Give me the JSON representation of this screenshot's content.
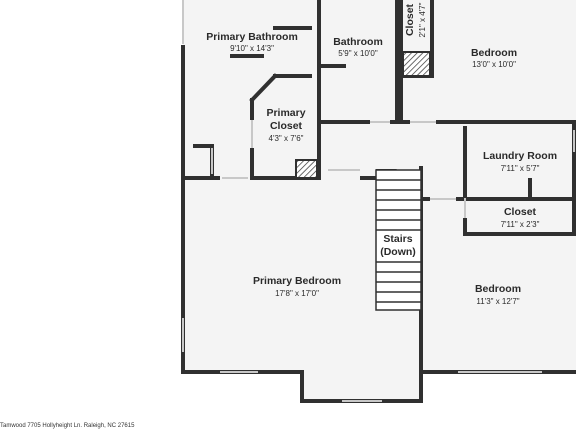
{
  "address": "Tamwood 7705 Hollyheight Ln. Raleigh, NC 27615",
  "rooms": {
    "primary_bathroom": {
      "name": "Primary Bathroom",
      "dim": "9'10\" x 14'3\""
    },
    "bathroom": {
      "name": "Bathroom",
      "dim": "5'9\" x 10'0\""
    },
    "closet_top": {
      "name": "Closet",
      "dim": "2'1\" x 4'7\""
    },
    "bedroom_top": {
      "name": "Bedroom",
      "dim": "13'0\" x 10'0\""
    },
    "primary_closet": {
      "name1": "Primary",
      "name2": "Closet",
      "dim": "4'3\" x 7'6\""
    },
    "laundry": {
      "name": "Laundry Room",
      "dim": "7'11\" x 5'7\""
    },
    "closet_mid": {
      "name": "Closet",
      "dim": "7'11\" x 2'3\""
    },
    "stairs": {
      "name1": "Stairs",
      "name2": "(Down)"
    },
    "primary_bedroom": {
      "name": "Primary Bedroom",
      "dim": "17'8\" x 17'0\""
    },
    "bedroom_bottom": {
      "name": "Bedroom",
      "dim": "11'3\" x 12'7\""
    }
  },
  "colors": {
    "wall": "#303030",
    "floor": "#f4f4f4",
    "text": "#2a2a2a",
    "window": "#c8c8c8"
  }
}
